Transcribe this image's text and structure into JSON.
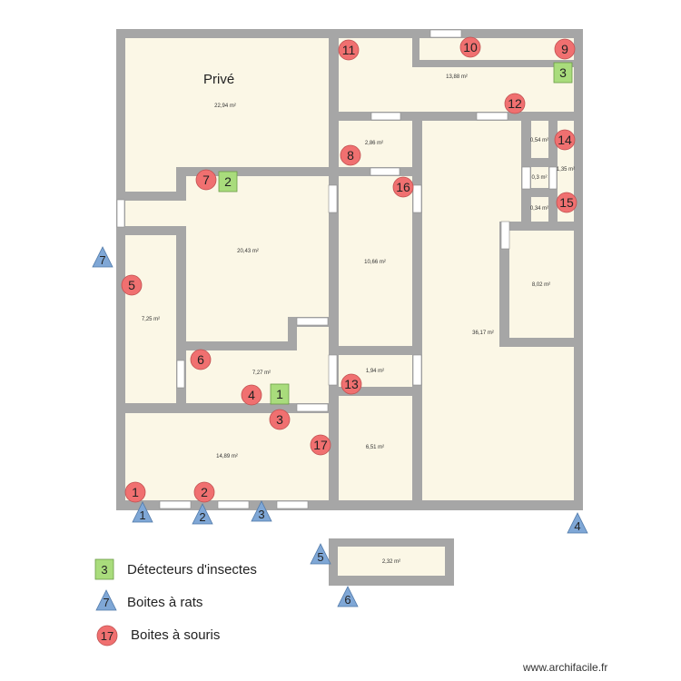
{
  "plan": {
    "title": "Privé",
    "watermark": "www.archifacile.fr",
    "colors": {
      "wall": "#a6a6a6",
      "floor": "#fbf7e6",
      "mouse": "#f07070",
      "rat": "#7fa7d6",
      "insect": "#a9dc7c",
      "door": "#ffffff"
    },
    "rooms": [
      {
        "id": "prive",
        "area": "22,94 m²"
      },
      {
        "id": "top-right",
        "area": "13,88 m²"
      },
      {
        "id": "small-2",
        "area": "2,86 m²"
      },
      {
        "id": "wc-a",
        "area": "0,54 m²"
      },
      {
        "id": "wc-b",
        "area": "0,3 m²"
      },
      {
        "id": "wc-c",
        "area": "1,35 m²"
      },
      {
        "id": "wc-d",
        "area": "0,34 m²"
      },
      {
        "id": "center",
        "area": "20,43 m²"
      },
      {
        "id": "corridor",
        "area": "10,66 m²"
      },
      {
        "id": "left",
        "area": "7,25 m²"
      },
      {
        "id": "big",
        "area": "36,17 m²"
      },
      {
        "id": "inner",
        "area": "8,02 m²"
      },
      {
        "id": "mid",
        "area": "7,27 m²"
      },
      {
        "id": "small-1",
        "area": "1,94 m²"
      },
      {
        "id": "bottom-left",
        "area": "14,89 m²"
      },
      {
        "id": "bottom-mid",
        "area": "6,51 m²"
      },
      {
        "id": "annex",
        "area": "2,32 m²"
      }
    ],
    "mouse_traps": [
      "1",
      "2",
      "3",
      "4",
      "5",
      "6",
      "7",
      "8",
      "9",
      "10",
      "11",
      "12",
      "13",
      "14",
      "15",
      "16",
      "17"
    ],
    "rat_traps": [
      "1",
      "2",
      "3",
      "4",
      "5",
      "6",
      "7"
    ],
    "insect_detectors": [
      "1",
      "2",
      "3"
    ]
  },
  "legend": [
    {
      "symbol": "insect",
      "value": "3",
      "label": "Détecteurs d'insectes"
    },
    {
      "symbol": "rat",
      "value": "7",
      "label": "Boites à rats"
    },
    {
      "symbol": "mouse",
      "value": "17",
      "label": "Boites à souris"
    }
  ]
}
